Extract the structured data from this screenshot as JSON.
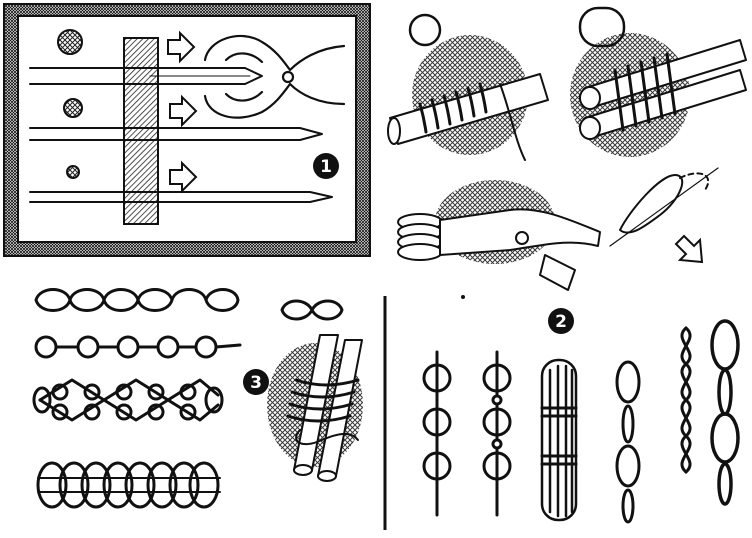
{
  "figure": {
    "badges": [
      {
        "id": "1",
        "label": "1"
      },
      {
        "id": "2",
        "label": "2"
      },
      {
        "id": "3",
        "label": "3"
      }
    ]
  },
  "colors": {
    "ink": "#111111",
    "paper": "#ffffff",
    "hatch": "#222222"
  },
  "icons": [
    "arrow-right-icon",
    "arrow-down-icon",
    "pliers-icon",
    "ring-icon"
  ]
}
